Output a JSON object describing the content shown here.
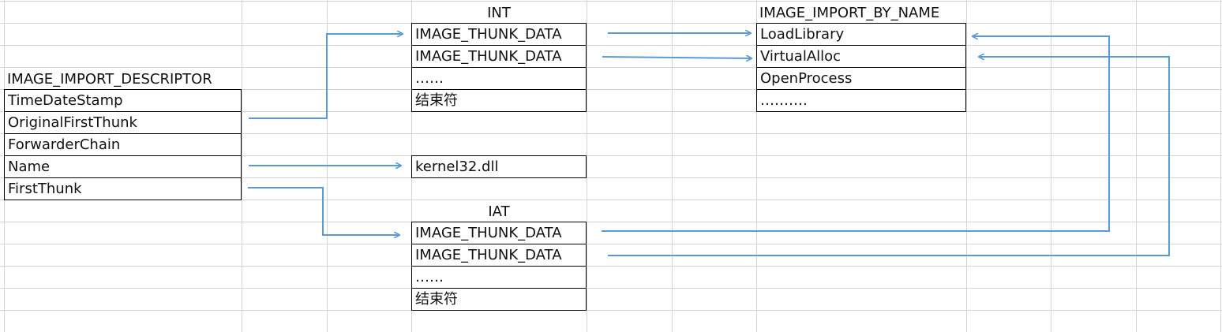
{
  "colors": {
    "arrow": "#5b9bd5",
    "gridline": "#d4d4d4",
    "border": "#000000"
  },
  "descriptor": {
    "title": "IMAGE_IMPORT_DESCRIPTOR",
    "fields": [
      "TimeDateStamp",
      "OriginalFirstThunk",
      "ForwarderChain",
      "Name",
      "FirstThunk"
    ]
  },
  "int": {
    "title": "INT",
    "rows": [
      "IMAGE_THUNK_DATA",
      "IMAGE_THUNK_DATA",
      "……",
      "结束符"
    ]
  },
  "dll_name": {
    "value": "kernel32.dll"
  },
  "iat": {
    "title": "IAT",
    "rows": [
      "IMAGE_THUNK_DATA",
      "IMAGE_THUNK_DATA",
      "……",
      "结束符"
    ]
  },
  "import_by_name": {
    "title": "IMAGE_IMPORT_BY_NAME",
    "rows": [
      "LoadLibrary",
      "VirtualAlloc",
      "OpenProcess",
      "………."
    ]
  }
}
